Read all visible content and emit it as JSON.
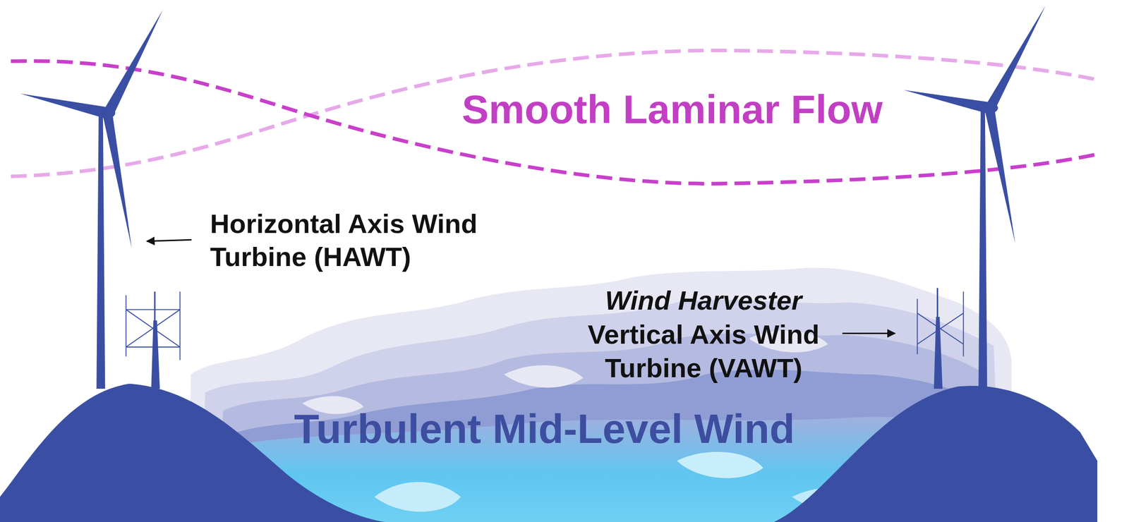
{
  "diagram": {
    "labels": [
      "Smooth Laminar Flow",
      "Horizontal Axis Wind Turbine (HAWT)",
      "Wind Harvester",
      "Vertical Axis Wind Turbine (VAWT)",
      "Turbulent Mid-Level Wind"
    ]
  }
}
